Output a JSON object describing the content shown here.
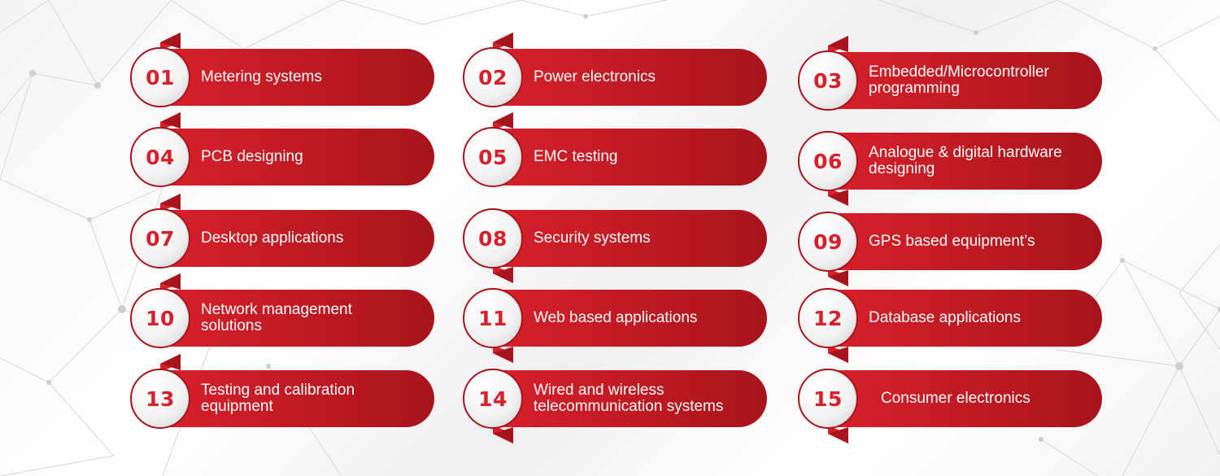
{
  "colors": {
    "accent": "#d8202a",
    "accent_dark": "#a8141c",
    "number": "#d8202a"
  },
  "items": [
    {
      "number": "01",
      "label": "Metering systems",
      "arrow": "up"
    },
    {
      "number": "02",
      "label": "Power electronics",
      "arrow": "up"
    },
    {
      "number": "03",
      "label": "Embedded/Microcontroller\nprogramming",
      "arrow": "up"
    },
    {
      "number": "04",
      "label": "PCB designing",
      "arrow": "up"
    },
    {
      "number": "05",
      "label": "EMC testing",
      "arrow": "up"
    },
    {
      "number": "06",
      "label": "Analogue & digital hardware\ndesigning",
      "arrow": "down"
    },
    {
      "number": "07",
      "label": "Desktop applications",
      "arrow": "up"
    },
    {
      "number": "08",
      "label": "Security systems",
      "arrow": "down"
    },
    {
      "number": "09",
      "label": "GPS based equipment’s",
      "arrow": "down"
    },
    {
      "number": "10",
      "label": "Network management\nsolutions",
      "arrow": "up"
    },
    {
      "number": "11",
      "label": "Web based applications",
      "arrow": "down"
    },
    {
      "number": "12",
      "label": "Database applications",
      "arrow": "down"
    },
    {
      "number": "13",
      "label": "Testing and calibration\nequipment",
      "arrow": "up"
    },
    {
      "number": "14",
      "label": "Wired and wireless\ntelecommunication systems",
      "arrow": "down"
    },
    {
      "number": "15",
      "label": "Consumer electronics",
      "arrow": "down"
    }
  ]
}
